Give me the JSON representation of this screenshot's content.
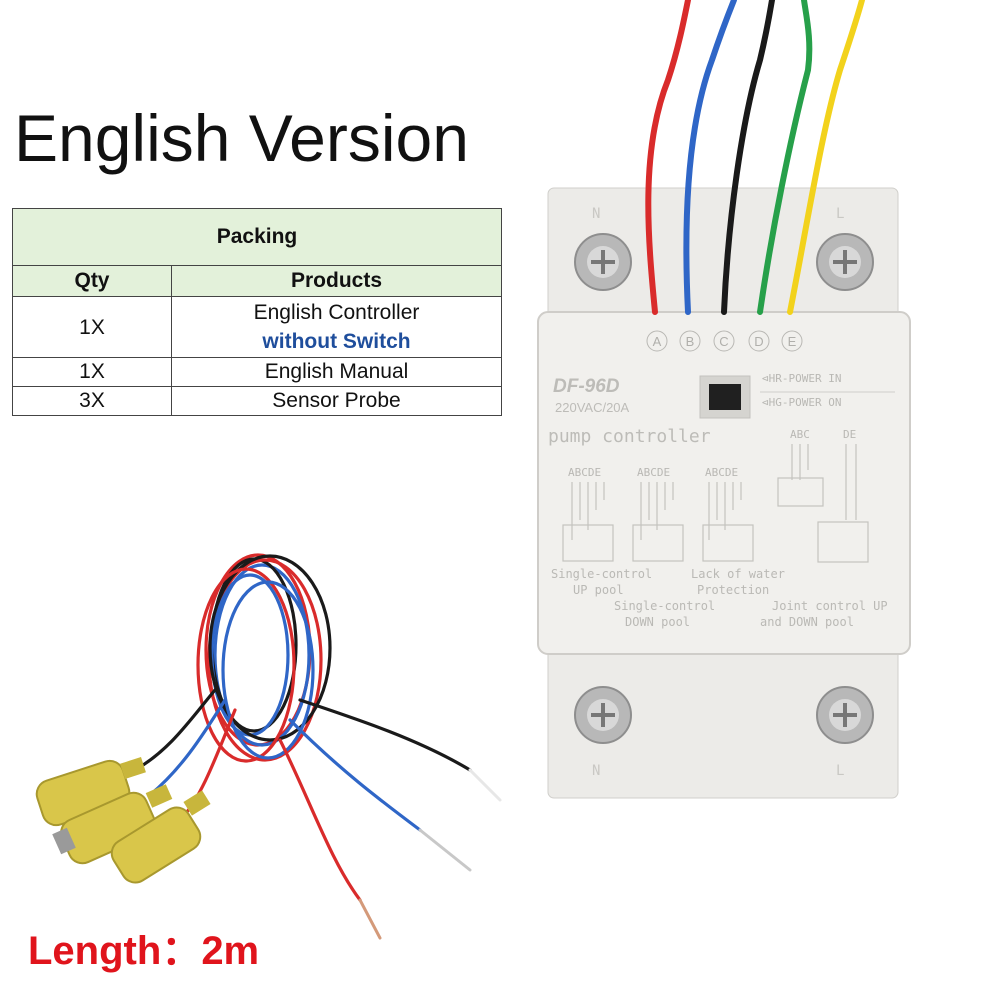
{
  "headline": "English Version",
  "packing": {
    "title": "Packing",
    "columns": [
      "Qty",
      "Products"
    ],
    "rows": [
      {
        "qty": "1X",
        "product": "English Controller",
        "product_note": "without Switch"
      },
      {
        "qty": "1X",
        "product": "English Manual"
      },
      {
        "qty": "3X",
        "product": "Sensor Probe"
      }
    ]
  },
  "length": {
    "label": "Length",
    "separator": "：",
    "value": "2m"
  },
  "device": {
    "model": "DF-96D",
    "rating": "220VAC/20A",
    "name": "pump controller",
    "terminals": [
      "A",
      "B",
      "C",
      "D",
      "E"
    ],
    "indicators": [
      "⊲HR-POWER IN",
      "⊲HG-POWER ON"
    ],
    "terminal_side_labels": [
      "N",
      "L"
    ],
    "group_labels": [
      "ABCDE",
      "ABCDE",
      "ABCDE",
      "ABC",
      "DE"
    ],
    "captions": [
      "Single-control",
      "UP pool",
      "Single-control",
      "DOWN pool",
      "Lack of water",
      "Protection",
      "Joint control UP",
      "and DOWN pool"
    ]
  },
  "colors": {
    "wire_red": "#d92b2b",
    "wire_blue": "#2f66c7",
    "wire_black": "#1a1a1a",
    "wire_green": "#27a04a",
    "wire_yellow": "#f2d21c",
    "probe_yellow": "#d9c64a",
    "table_header": "#e3f1da",
    "length_red": "#e0141c"
  }
}
